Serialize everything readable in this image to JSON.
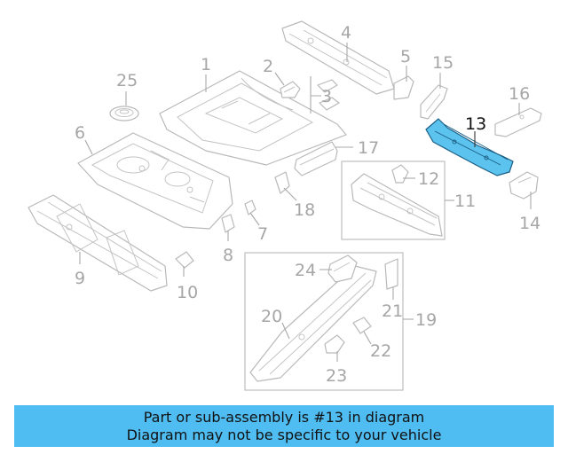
{
  "callouts": {
    "c1": "1",
    "c2": "2",
    "c3": "3",
    "c4": "4",
    "c5": "5",
    "c6": "6",
    "c7": "7",
    "c8": "8",
    "c9": "9",
    "c10": "10",
    "c11": "11",
    "c12": "12",
    "c13": "13",
    "c14": "14",
    "c15": "15",
    "c16": "16",
    "c17": "17",
    "c18": "18",
    "c19": "19",
    "c20": "20",
    "c21": "21",
    "c22": "22",
    "c23": "23",
    "c24": "24",
    "c25": "25"
  },
  "highlight": {
    "part_number": "13",
    "color": "#5bc3ee"
  },
  "banner": {
    "line1": "Part or sub-assembly is #13 in diagram",
    "line2": "Diagram may not be specific to your vehicle",
    "background": "#4fbdf2"
  }
}
